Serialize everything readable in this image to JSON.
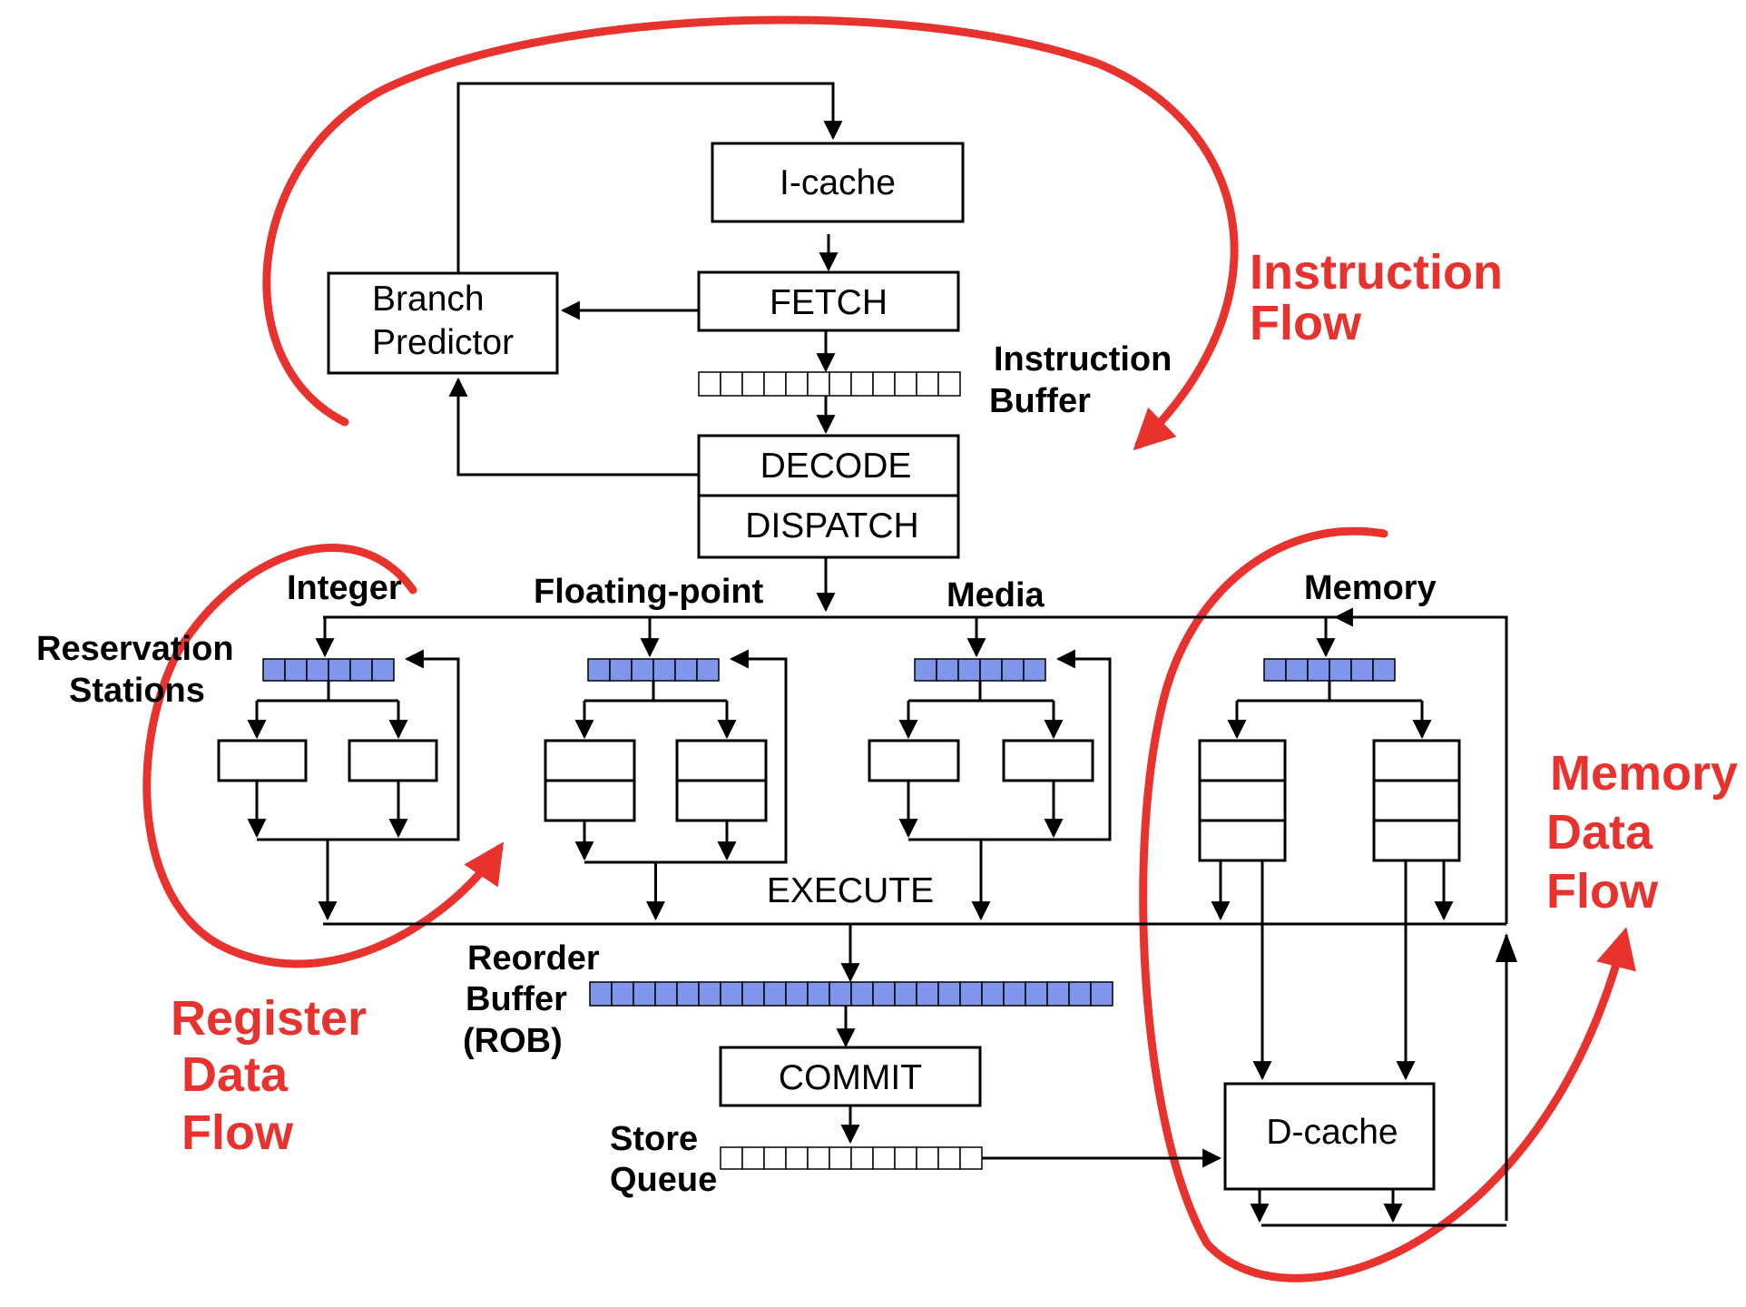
{
  "colors": {
    "flow": "#e8322d",
    "station": "#7f96ea",
    "line": "#000000"
  },
  "boxes": {
    "icache": "I-cache",
    "fetch": "FETCH",
    "branch_line1": "Branch",
    "branch_line2": "Predictor",
    "decode": "DECODE",
    "dispatch": "DISPATCH",
    "execute": "EXECUTE",
    "commit": "COMMIT",
    "dcache": "D-cache"
  },
  "labels": {
    "instruction_buffer_1": "Instruction",
    "instruction_buffer_2": "Buffer",
    "integer": "Integer",
    "floating_point": "Floating-point",
    "media": "Media",
    "memory": "Memory",
    "reservation_1": "Reservation",
    "reservation_2": "Stations",
    "rob_1": "Reorder",
    "rob_2": "Buffer",
    "rob_3": "(ROB)",
    "store_1": "Store",
    "store_2": "Queue"
  },
  "flows": {
    "instruction_1": "Instruction",
    "instruction_2": "Flow",
    "register_1": "Register",
    "register_2": "Data",
    "register_3": "Flow",
    "memory_1": "Memory",
    "memory_2": "Data",
    "memory_3": "Flow"
  }
}
